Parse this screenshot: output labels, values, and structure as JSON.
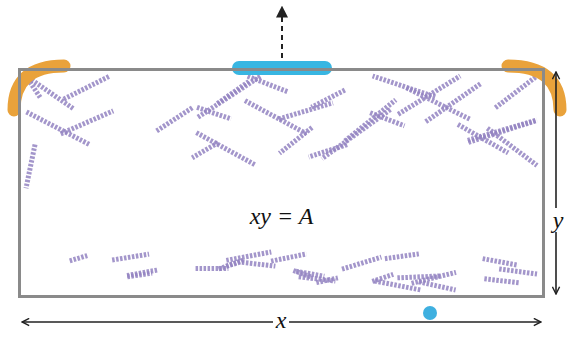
{
  "diagram": {
    "nodes": [
      {
        "text": [
          "xy = A"
        ]
      }
    ],
    "labels": [
      "x",
      "y"
    ]
  }
}
